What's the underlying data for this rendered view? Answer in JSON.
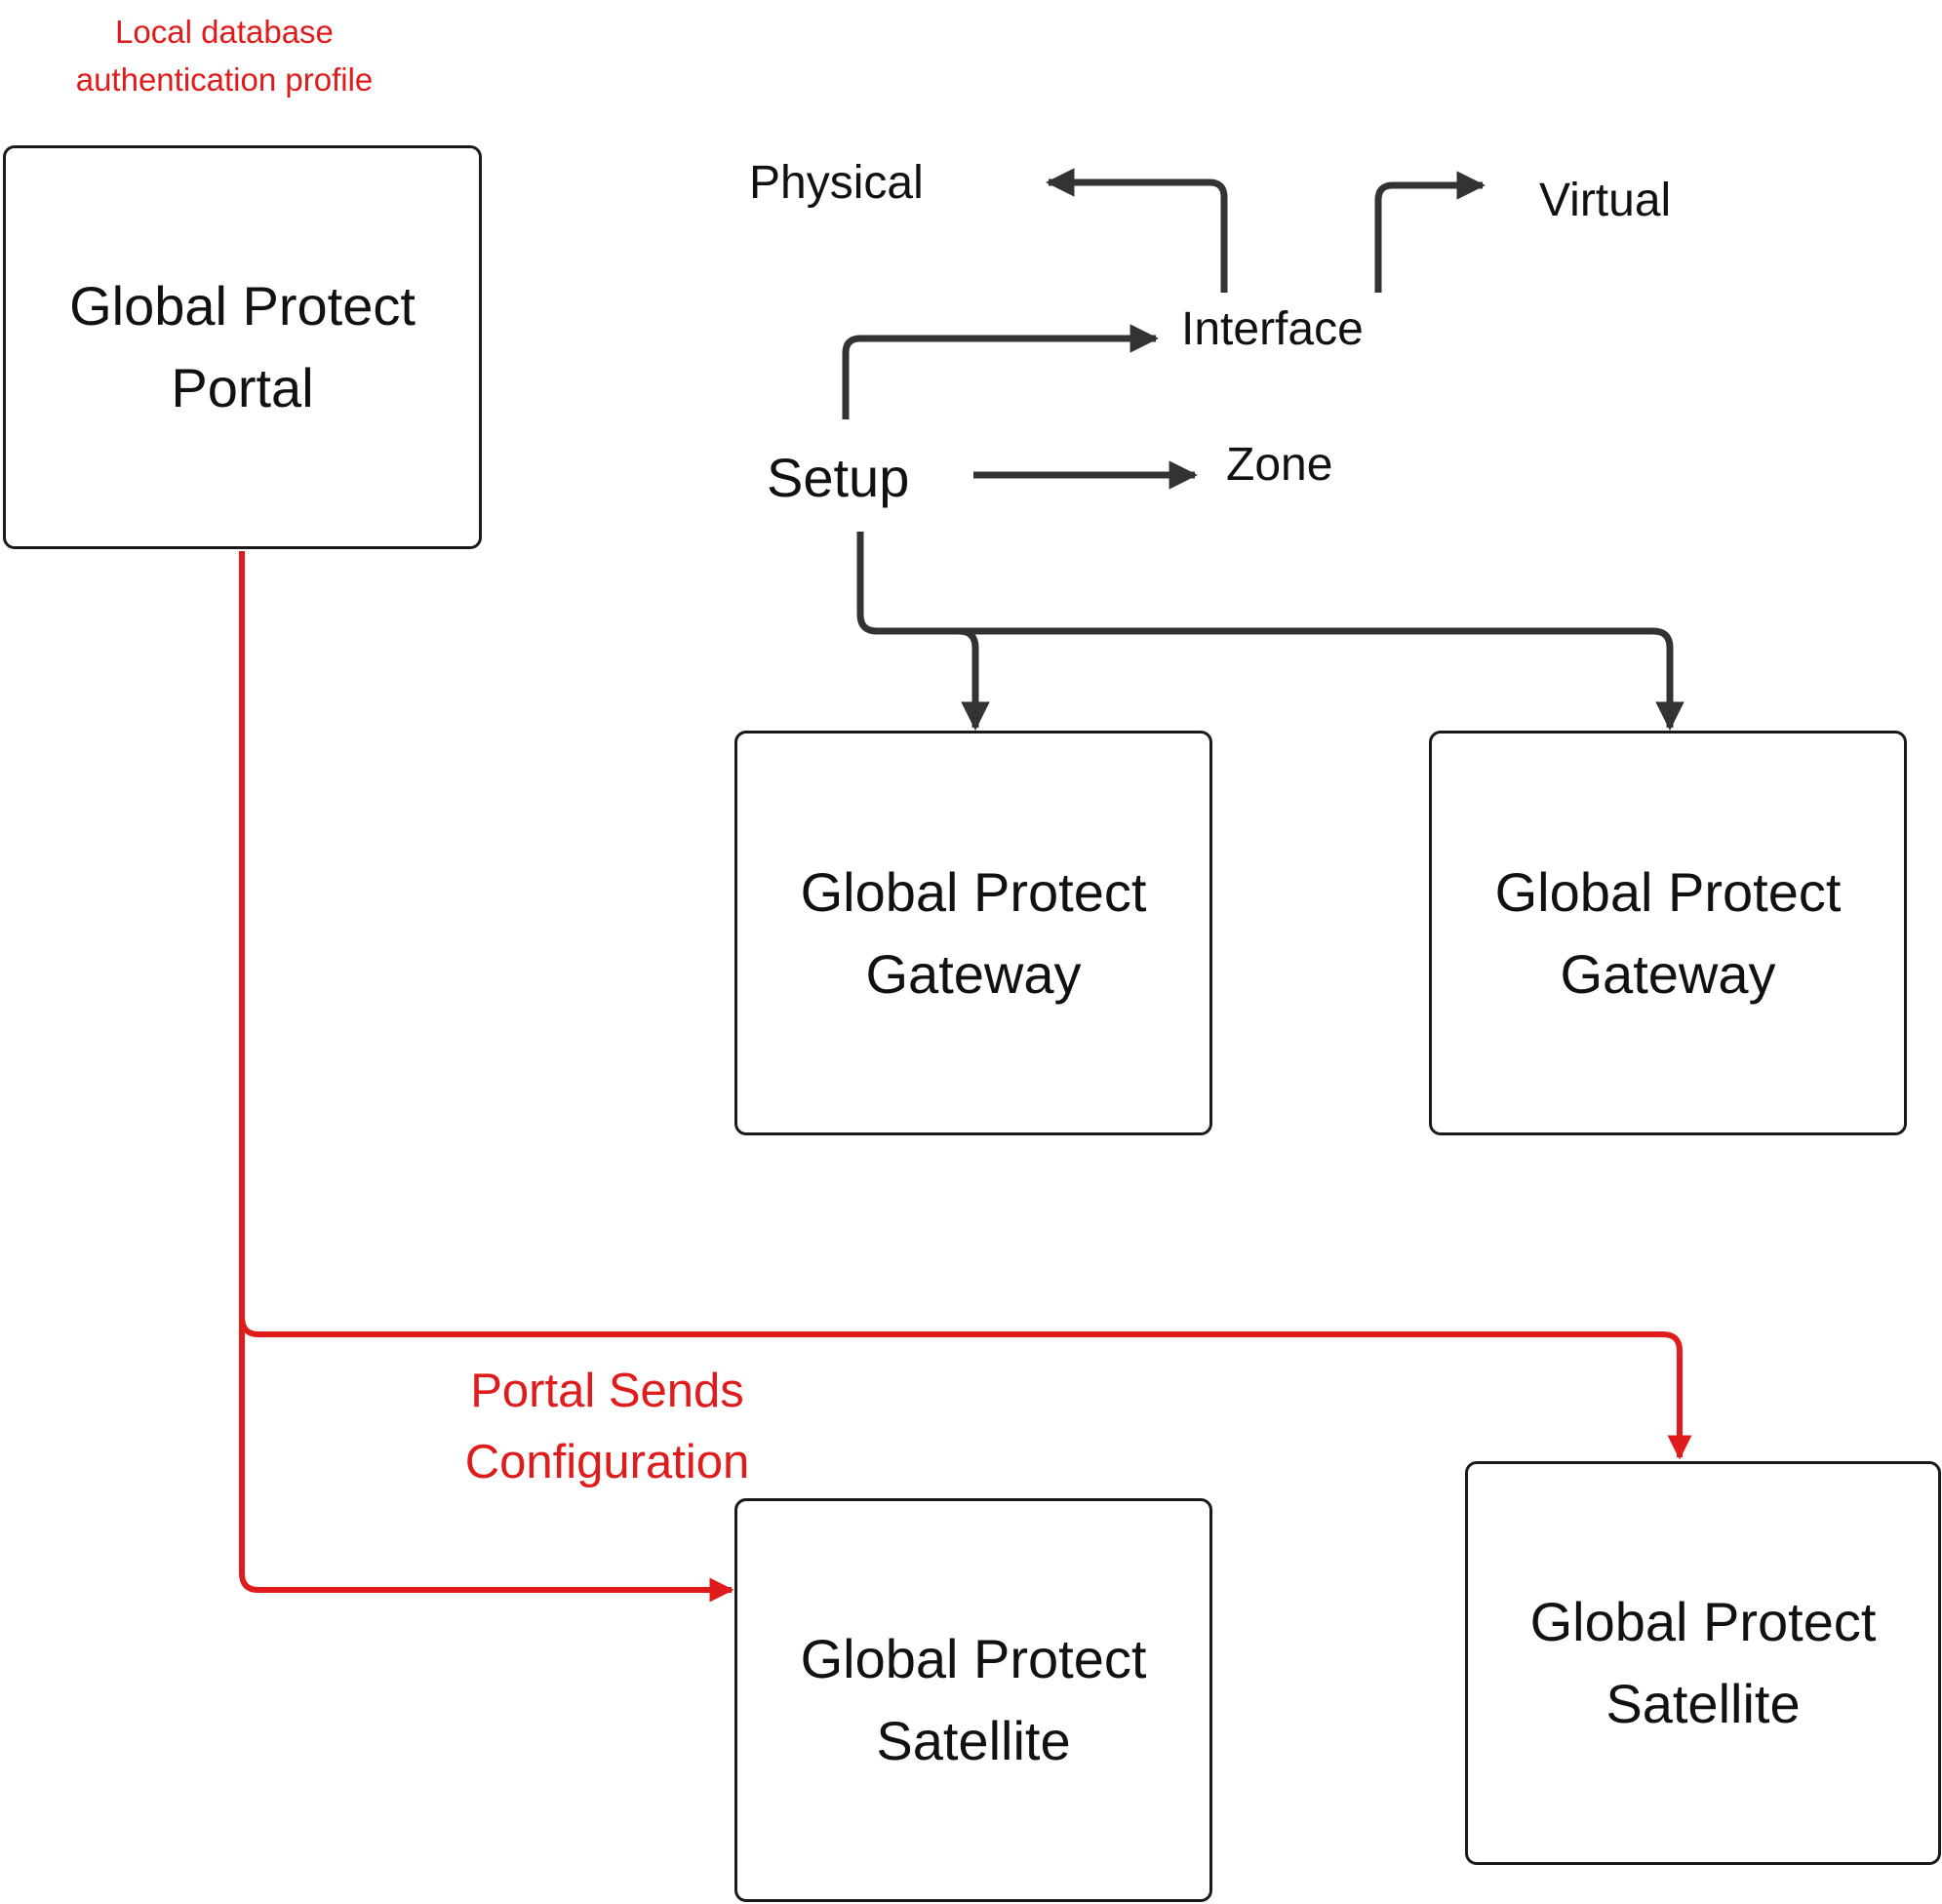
{
  "annotations": {
    "auth_profile": "Local database authentication profile",
    "portal_sends": "Portal Sends Configuration"
  },
  "nodes": {
    "portal": "Global Protect Portal",
    "gateway_1": "Global Protect Gateway",
    "gateway_2": "Global Protect Gateway",
    "satellite_1": "Global Protect Satellite",
    "satellite_2": "Global Protect Satellite"
  },
  "labels": {
    "physical": "Physical",
    "virtual": "Virtual",
    "interface": "Interface",
    "setup": "Setup",
    "zone": "Zone"
  },
  "colors": {
    "dark_connector": "#333333",
    "red_connector": "#e01b1b",
    "box_border": "#1a1a1a"
  }
}
